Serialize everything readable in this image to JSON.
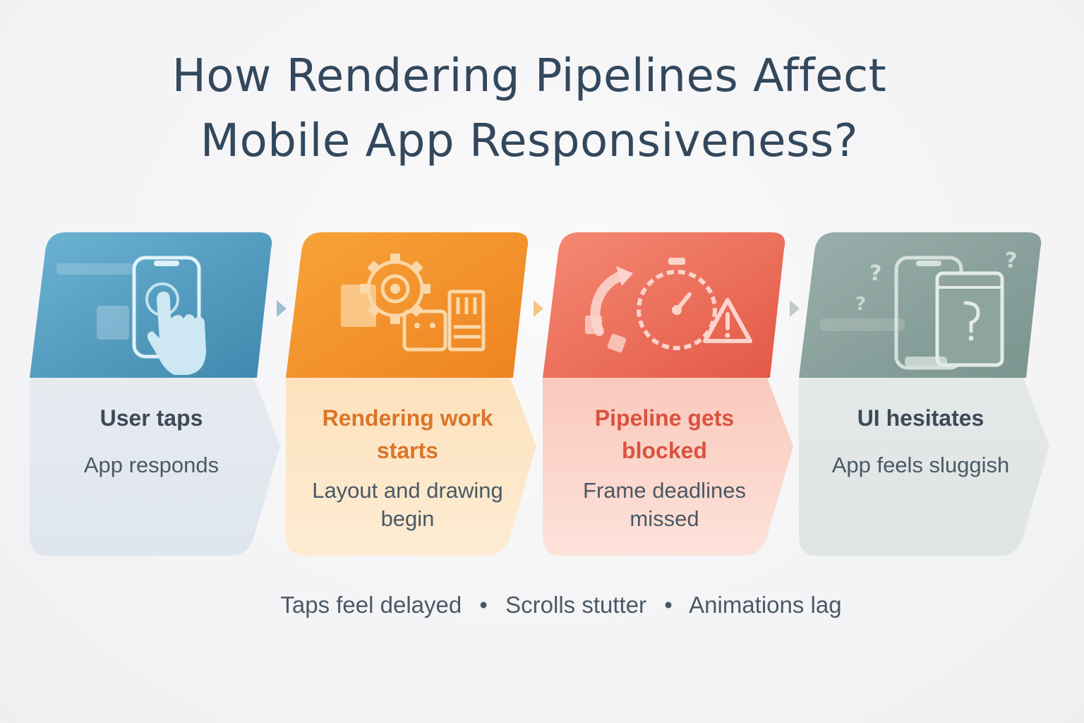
{
  "title": {
    "line1": "How Rendering Pipelines Affect",
    "line2": "Mobile App Responsiveness?"
  },
  "stages": [
    {
      "title": "User taps",
      "subtitle": "App responds",
      "icon": "tap-phone-icon",
      "top_color": "#4d9bc0",
      "bottom_color": "#e3e9ef",
      "title_color": "#3c4a57"
    },
    {
      "title": "Rendering work starts",
      "subtitle": "Layout and drawing begin",
      "icon": "gears-icon",
      "top_color": "#f4912c",
      "bottom_color": "#fde8c8",
      "title_color": "#d9762a"
    },
    {
      "title": "Pipeline gets blocked",
      "subtitle": "Frame deadlines missed",
      "icon": "stopwatch-warning-icon",
      "top_color": "#ee6a56",
      "bottom_color": "#fbd9d0",
      "title_color": "#d9533f"
    },
    {
      "title": "UI hesitates",
      "subtitle": "App feels sluggish",
      "icon": "question-phone-icon",
      "top_color": "#8aa39c",
      "bottom_color": "#e1e6e3",
      "title_color": "#3c4a57"
    }
  ],
  "footer": {
    "item1": "Taps feel delayed",
    "separator": "•",
    "item2": "Scrolls stutter",
    "item3": "Animations lag"
  }
}
